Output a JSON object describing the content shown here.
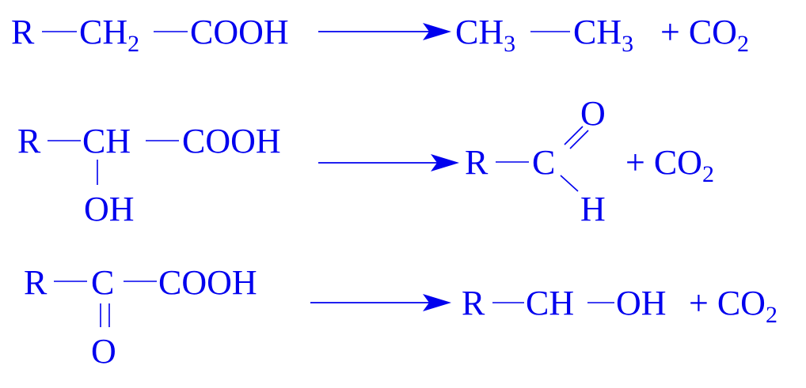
{
  "colors": {
    "ink": "#0000ee",
    "background": "#ffffff"
  },
  "reactions": [
    {
      "reactant": {
        "r": "R",
        "ch2": "CH",
        "ch2_sub": "2",
        "cooh": "COOH"
      },
      "product": {
        "ch3_a": "CH",
        "ch3_a_sub": "3",
        "ch3_b": "CH",
        "ch3_b_sub": "3",
        "plus_co2": "+ CO",
        "co2_sub": "2"
      }
    },
    {
      "reactant": {
        "r": "R",
        "ch": "CH",
        "cooh": "COOH",
        "oh": "OH"
      },
      "product": {
        "r": "R",
        "c": "C",
        "o": "O",
        "h": "H",
        "plus_co2": "+ CO",
        "co2_sub": "2"
      }
    },
    {
      "reactant": {
        "r": "R",
        "c": "C",
        "cooh": "COOH",
        "o": "O"
      },
      "product": {
        "r": "R",
        "ch": "CH",
        "oh": "OH",
        "plus_co2": "+ CO",
        "co2_sub": "2"
      }
    }
  ]
}
